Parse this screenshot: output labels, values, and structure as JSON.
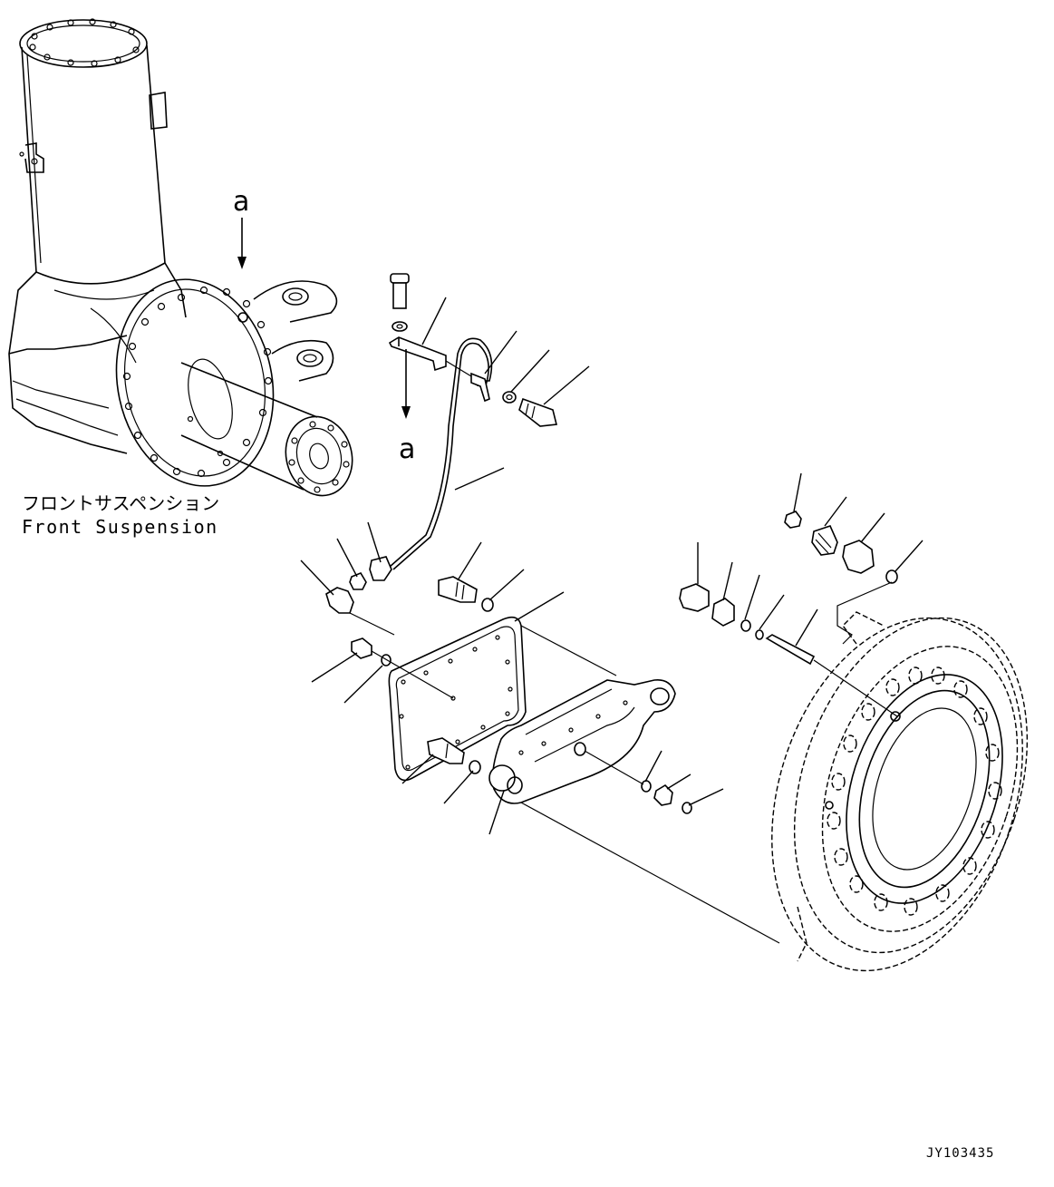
{
  "callouts": {
    "marker_top": "a",
    "marker_bottom": "a"
  },
  "caption": {
    "jp": "フロントサスペンション",
    "en": "Front Suspension"
  },
  "drawing_id": "JY103435"
}
